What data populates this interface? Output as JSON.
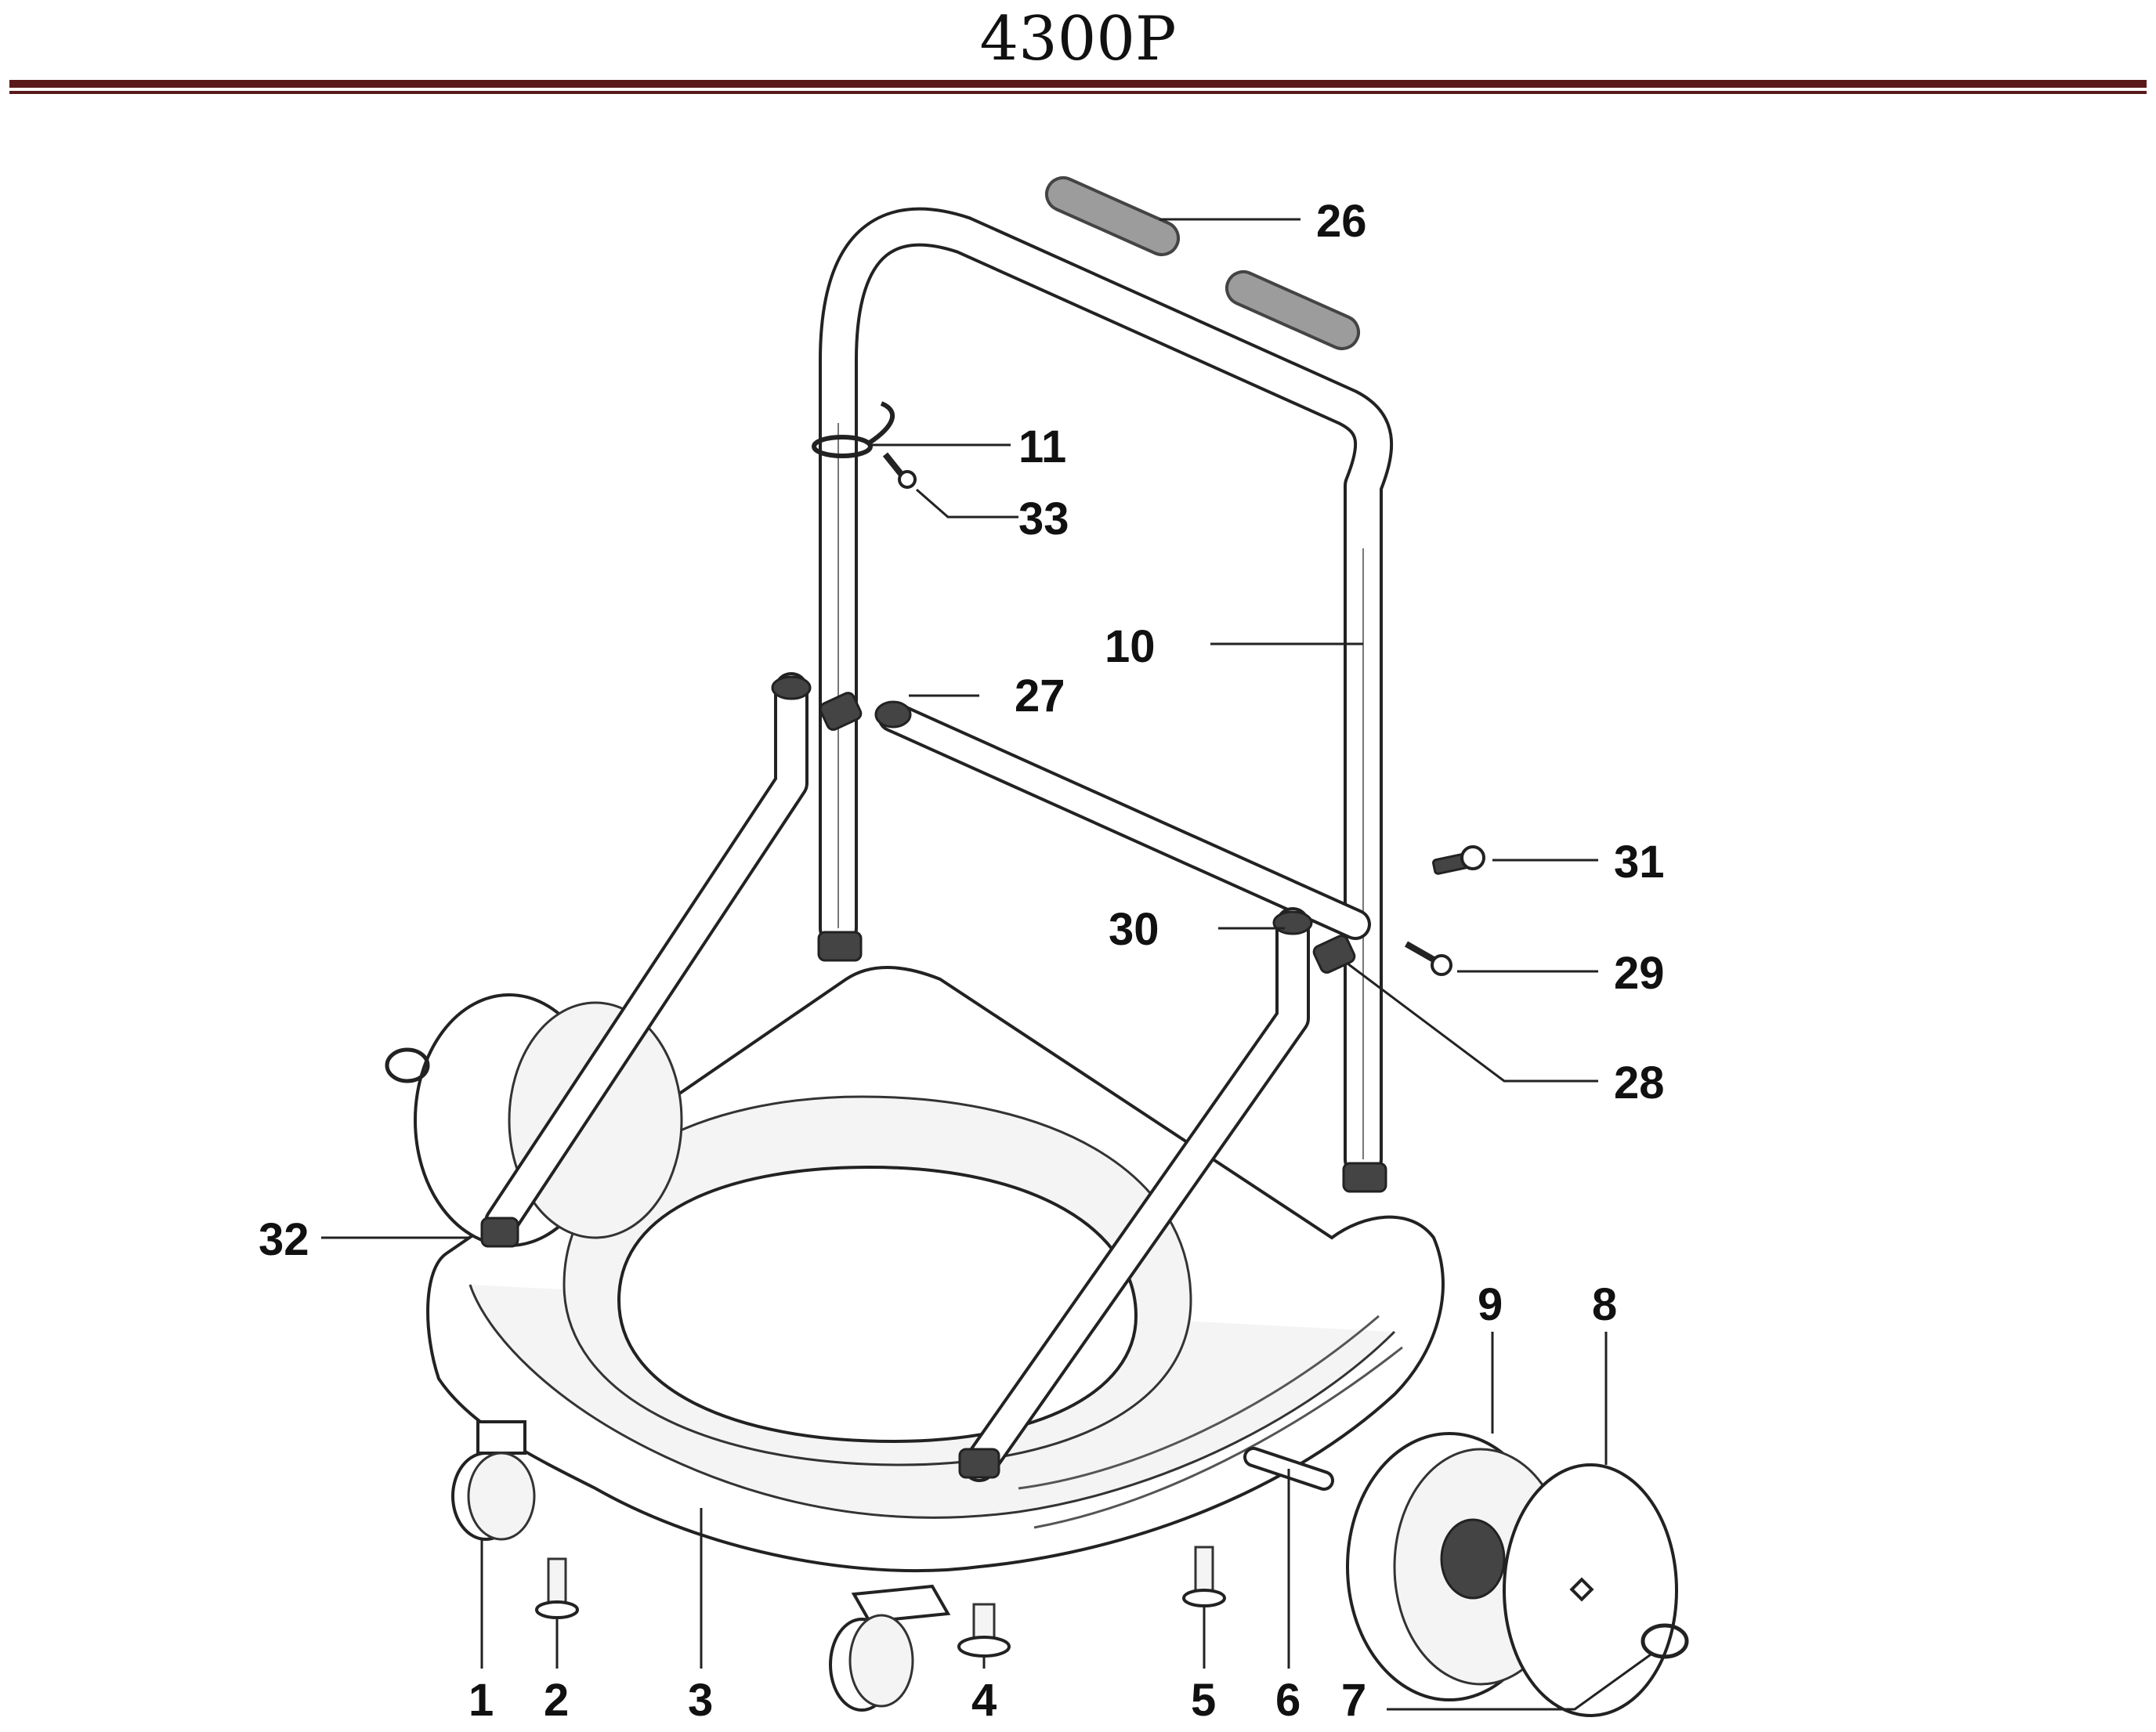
{
  "header": {
    "model": "4300P",
    "rule_color": "#5a1a1a"
  },
  "callouts": [
    {
      "id": "1",
      "label": "1"
    },
    {
      "id": "2",
      "label": "2"
    },
    {
      "id": "3",
      "label": "3"
    },
    {
      "id": "4",
      "label": "4"
    },
    {
      "id": "5",
      "label": "5"
    },
    {
      "id": "6",
      "label": "6"
    },
    {
      "id": "7",
      "label": "7"
    },
    {
      "id": "8",
      "label": "8"
    },
    {
      "id": "9",
      "label": "9"
    },
    {
      "id": "10",
      "label": "10"
    },
    {
      "id": "11",
      "label": "11"
    },
    {
      "id": "26",
      "label": "26"
    },
    {
      "id": "27",
      "label": "27"
    },
    {
      "id": "28",
      "label": "28"
    },
    {
      "id": "29",
      "label": "29"
    },
    {
      "id": "30",
      "label": "30"
    },
    {
      "id": "31",
      "label": "31"
    },
    {
      "id": "32",
      "label": "32"
    },
    {
      "id": "33",
      "label": "33"
    }
  ]
}
